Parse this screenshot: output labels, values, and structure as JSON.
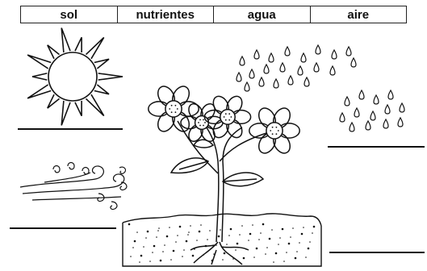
{
  "word_bank": [
    "sol",
    "nutrientes",
    "agua",
    "aire"
  ],
  "icons": {
    "sun": "sun-icon",
    "rain": "raindrops-icon",
    "wind": "wind-icon",
    "plant": "flowering-plant-icon",
    "soil": "soil-icon"
  },
  "colors": {
    "ink": "#111111",
    "paper": "#ffffff"
  }
}
